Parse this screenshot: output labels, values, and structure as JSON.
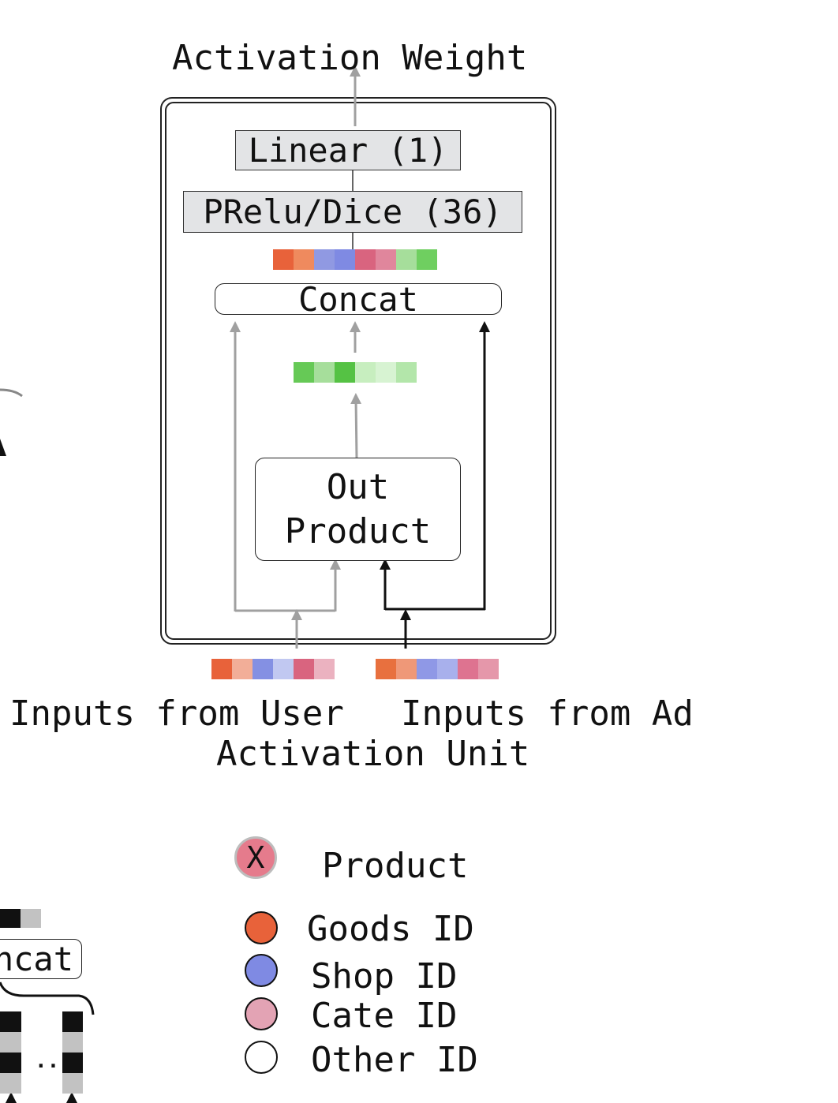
{
  "diagram": {
    "output_label": "Activation Weight",
    "linear_label": "Linear (1)",
    "prelu_label": "PRelu/Dice (36)",
    "concat_label": "Concat",
    "out_product_line1": "Out",
    "out_product_line2": "Product",
    "inputs_user_label": "Inputs from User",
    "inputs_ad_label": "Inputs from Ad",
    "unit_caption": "Activation Unit",
    "left_concat_fragment": "ncat",
    "ellipsis": "..."
  },
  "strips": {
    "concat_output": [
      "#e8623a",
      "#ef8a5e",
      "#9099e2",
      "#7f8ae3",
      "#d9647f",
      "#e0869c",
      "#a6de9b",
      "#6fcf60"
    ],
    "out_product_output": [
      "#66c956",
      "#a6de9b",
      "#55c244",
      "#c7eebf",
      "#d7f3d2",
      "#b3e6aa"
    ],
    "user_input": [
      "#e8623a",
      "#f2ae98",
      "#8490e3",
      "#c1c8f1",
      "#d9647f",
      "#ebb2c0"
    ],
    "ad_input": [
      "#e8703e",
      "#ef9878",
      "#8f98e6",
      "#a8b0ec",
      "#de7390",
      "#e597aa"
    ]
  },
  "legend": {
    "product_symbol": "X",
    "product_label": "Product",
    "items": [
      {
        "label": "Goods ID",
        "color": "#e8623a"
      },
      {
        "label": "Shop ID",
        "color": "#7f8ae3"
      },
      {
        "label": "Cate ID",
        "color": "#e3a3b4"
      },
      {
        "label": "Other ID",
        "color": "#ffffff"
      }
    ]
  },
  "colors": {
    "gray_arrow": "#a0a0a0",
    "black_arrow": "#111111",
    "product_circle": "#e57b8c"
  }
}
